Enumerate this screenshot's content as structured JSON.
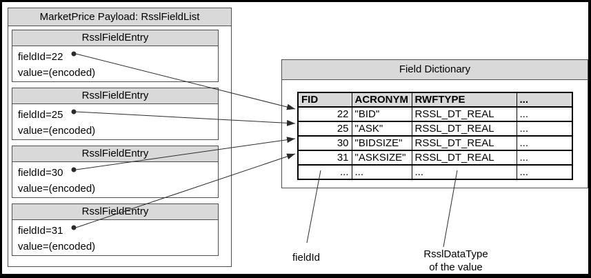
{
  "payload_box": {
    "title": "MarketPrice Payload: RsslFieldList",
    "entries": [
      {
        "header": "RsslFieldEntry",
        "field_id": "fieldId=22",
        "value": "value=(encoded)"
      },
      {
        "header": "RsslFieldEntry",
        "field_id": "fieldId=25",
        "value": "value=(encoded)"
      },
      {
        "header": "RsslFieldEntry",
        "field_id": "fieldId=30",
        "value": "value=(encoded)"
      },
      {
        "header": "RsslFieldEntry",
        "field_id": "fieldId=31",
        "value": "value=(encoded)"
      }
    ]
  },
  "dictionary_box": {
    "title": "Field Dictionary",
    "table": {
      "headers": [
        "FID",
        "ACRONYM",
        "RWFTYPE",
        "..."
      ],
      "rows": [
        [
          "22",
          "\"BID\"",
          "RSSL_DT_REAL",
          "..."
        ],
        [
          "25",
          "\"ASK\"",
          "RSSL_DT_REAL",
          "..."
        ],
        [
          "30",
          "\"BIDSIZE\"",
          "RSSL_DT_REAL",
          "..."
        ],
        [
          "31",
          "\"ASKSIZE\"",
          "RSSL_DT_REAL",
          "..."
        ],
        [
          "...",
          "...",
          "...",
          "..."
        ]
      ]
    }
  },
  "annotations": {
    "fieldid_label": "fieldId",
    "datatype_label_line1": "RsslDataType",
    "datatype_label_line2": "of the value"
  },
  "colors": {
    "header_fill": "#d9d9d9",
    "box_border": "#4d4d4d",
    "table_border": "#000000",
    "line_color": "#2b2b2b"
  }
}
